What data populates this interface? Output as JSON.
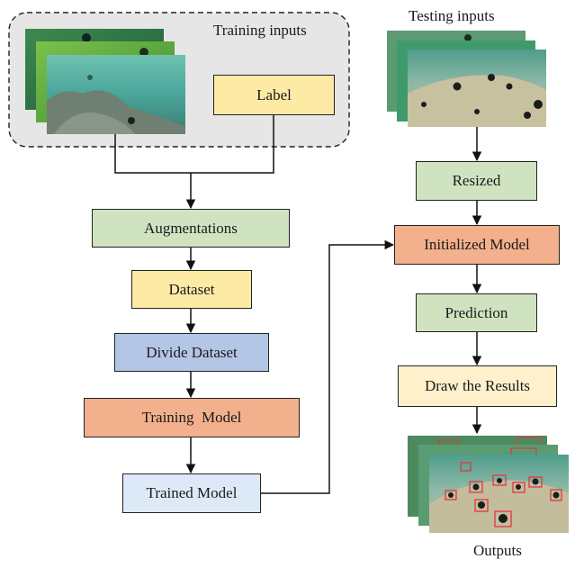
{
  "captions": {
    "training_inputs": "Training inputs",
    "testing_inputs": "Testing inputs",
    "outputs": "Outputs"
  },
  "left_flow": {
    "label": "Label",
    "augmentations": "Augmentations",
    "dataset": "Dataset",
    "divide_dataset": "Divide Dataset",
    "training_model": "Training  Model",
    "trained_model": "Trained Model"
  },
  "right_flow": {
    "resized": "Resized",
    "initialized_model": "Initialized Model",
    "prediction": "Prediction",
    "draw_results": "Draw the Results"
  },
  "colors": {
    "green": "#cfe3c1",
    "yellow": "#fdeaa4",
    "blue": "#b4c6e6",
    "orange": "#f3b08c",
    "light_blue": "#dde9f7",
    "cream": "#fff0cc",
    "group_fill": "#e6e6e6",
    "detection_box": "#e8343c"
  }
}
